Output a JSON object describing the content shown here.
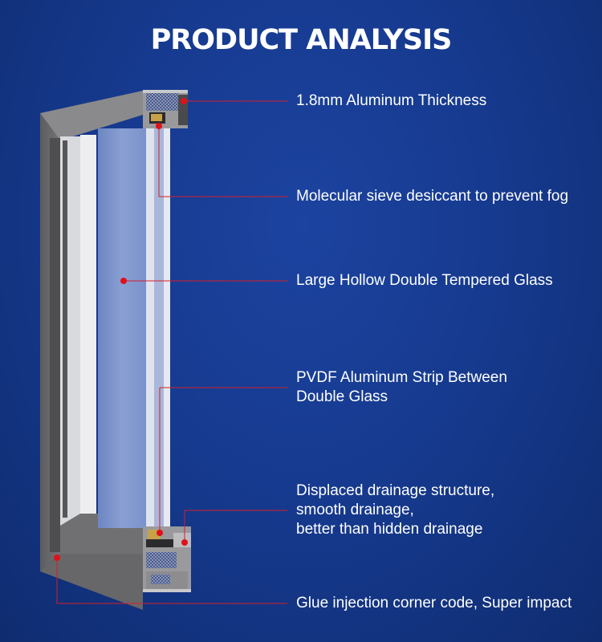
{
  "title": "PRODUCT ANALYSIS",
  "annotations": [
    {
      "id": "thickness",
      "lines": [
        "1.8mm Aluminum Thickness"
      ]
    },
    {
      "id": "desiccant",
      "lines": [
        "Molecular sieve desiccant to prevent fog"
      ]
    },
    {
      "id": "glass",
      "lines": [
        "Large Hollow Double Tempered Glass"
      ]
    },
    {
      "id": "strip",
      "lines": [
        "PVDF Aluminum Strip Between",
        "Double Glass"
      ]
    },
    {
      "id": "drainage",
      "lines": [
        "Displaced drainage structure,",
        "smooth drainage,",
        "better than hidden drainage"
      ]
    },
    {
      "id": "corner",
      "lines": [
        "Glue injection corner code, Super impact"
      ]
    }
  ],
  "colors": {
    "background": "#163a8f",
    "leader_line": "#d41f2b",
    "marker": "#e0101a",
    "frame": "#6e6e6e",
    "glass": "#7f97cc"
  }
}
